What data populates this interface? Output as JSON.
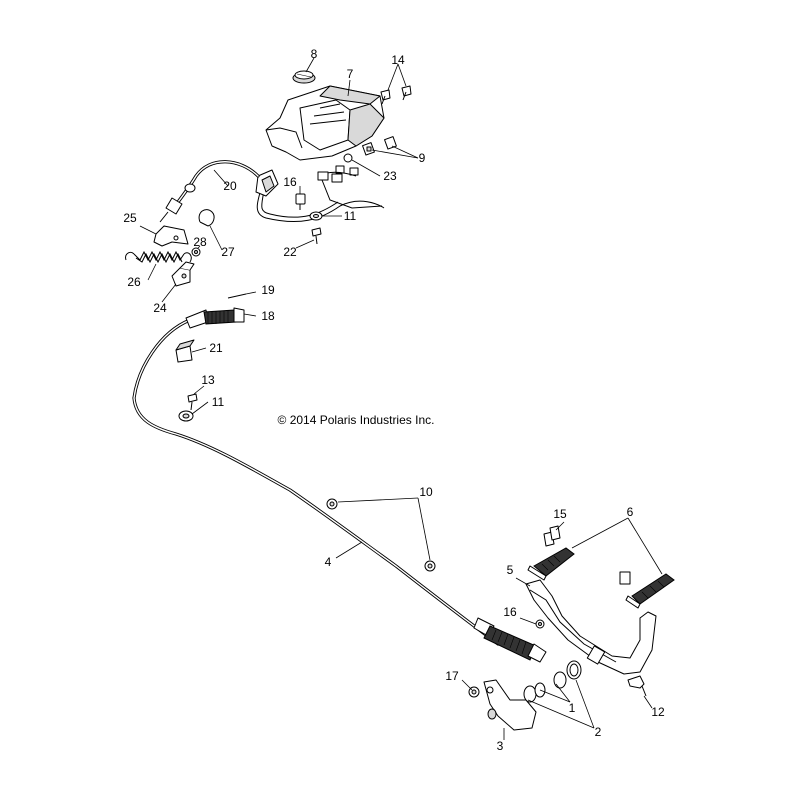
{
  "copyright": "© 2014 Polaris Industries Inc.",
  "callouts": [
    {
      "id": "c1",
      "label": "1"
    },
    {
      "id": "c2",
      "label": "2"
    },
    {
      "id": "c3",
      "label": "3"
    },
    {
      "id": "c4",
      "label": "4"
    },
    {
      "id": "c5",
      "label": "5"
    },
    {
      "id": "c6",
      "label": "6"
    },
    {
      "id": "c7",
      "label": "7"
    },
    {
      "id": "c8",
      "label": "8"
    },
    {
      "id": "c9",
      "label": "9"
    },
    {
      "id": "c10",
      "label": "10"
    },
    {
      "id": "c11a",
      "label": "11"
    },
    {
      "id": "c11b",
      "label": "11"
    },
    {
      "id": "c12",
      "label": "12"
    },
    {
      "id": "c13",
      "label": "13"
    },
    {
      "id": "c14",
      "label": "14"
    },
    {
      "id": "c15",
      "label": "15"
    },
    {
      "id": "c16a",
      "label": "16"
    },
    {
      "id": "c16b",
      "label": "16"
    },
    {
      "id": "c17",
      "label": "17"
    },
    {
      "id": "c18",
      "label": "18"
    },
    {
      "id": "c19",
      "label": "19"
    },
    {
      "id": "c20",
      "label": "20"
    },
    {
      "id": "c21",
      "label": "21"
    },
    {
      "id": "c22",
      "label": "22"
    },
    {
      "id": "c23",
      "label": "23"
    },
    {
      "id": "c24",
      "label": "24"
    },
    {
      "id": "c25",
      "label": "25"
    },
    {
      "id": "c26",
      "label": "26"
    },
    {
      "id": "c27",
      "label": "27"
    },
    {
      "id": "c28",
      "label": "28"
    }
  ]
}
